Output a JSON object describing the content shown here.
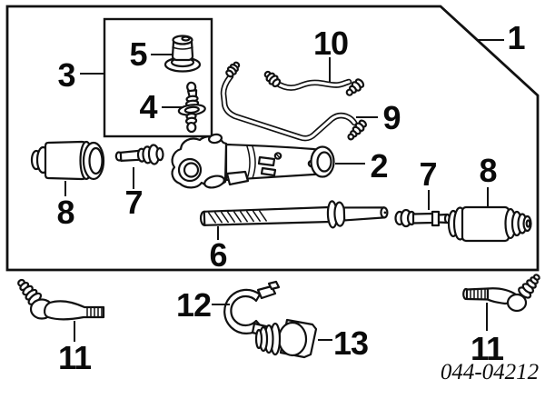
{
  "diagram": {
    "code": "044-04212",
    "callouts": {
      "c1": "1",
      "c2": "2",
      "c3": "3",
      "c4": "4",
      "c5": "5",
      "c6": "6",
      "c7_left": "7",
      "c7_right": "7",
      "c8_left": "8",
      "c8_right": "8",
      "c9": "9",
      "c10": "10",
      "c11_left": "11",
      "c11_right": "11",
      "c12": "12",
      "c13": "13"
    },
    "colors": {
      "line": "#111111",
      "background": "#ffffff"
    }
  }
}
